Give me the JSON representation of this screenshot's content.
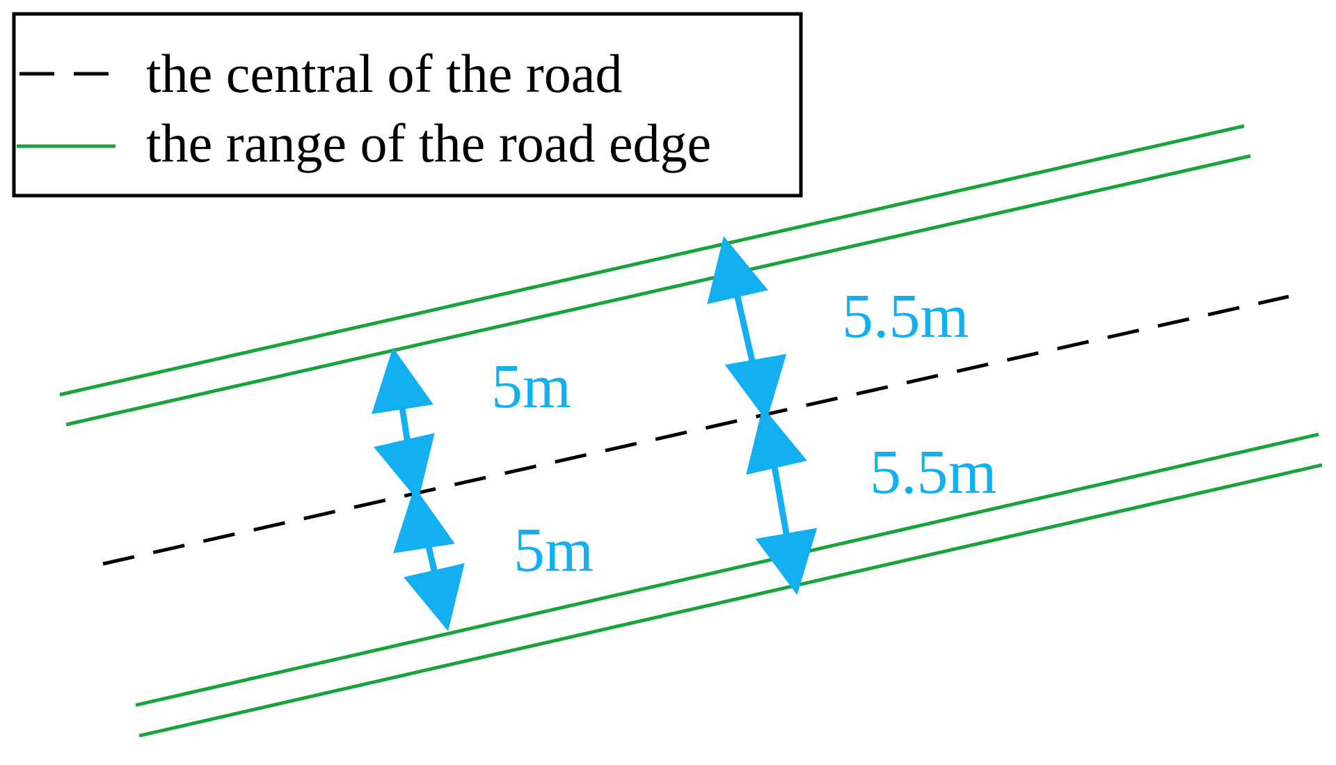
{
  "colors": {
    "centerline": "#000000",
    "road_edge": "#1aa33c",
    "measurement": "#12b0f0",
    "legend_border": "#000000",
    "text": "#000000"
  },
  "legend": {
    "centerline_label": "the central of the road",
    "edge_label": "the range of the road edge"
  },
  "measurements": {
    "left_upper": "5m",
    "left_lower": "5m",
    "right_upper": "5.5m",
    "right_lower": "5.5m"
  }
}
